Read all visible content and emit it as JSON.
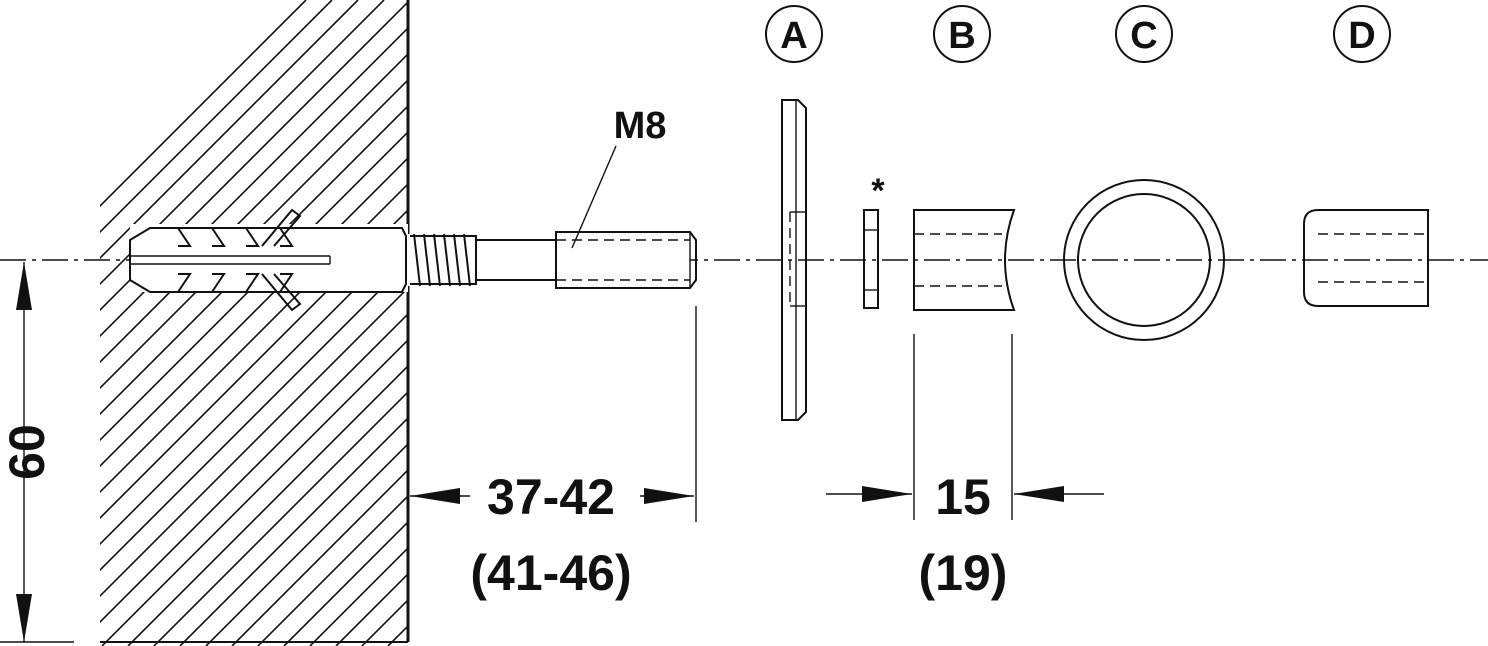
{
  "labels": {
    "thread": "M8",
    "part_a": "A",
    "part_b": "B",
    "part_c": "C",
    "part_d": "D",
    "asterisk": "*"
  },
  "dimensions": {
    "height": "60",
    "projection": "37-42",
    "projection_alt": "(41-46)",
    "spacer_length": "15",
    "spacer_length_alt": "(19)"
  }
}
